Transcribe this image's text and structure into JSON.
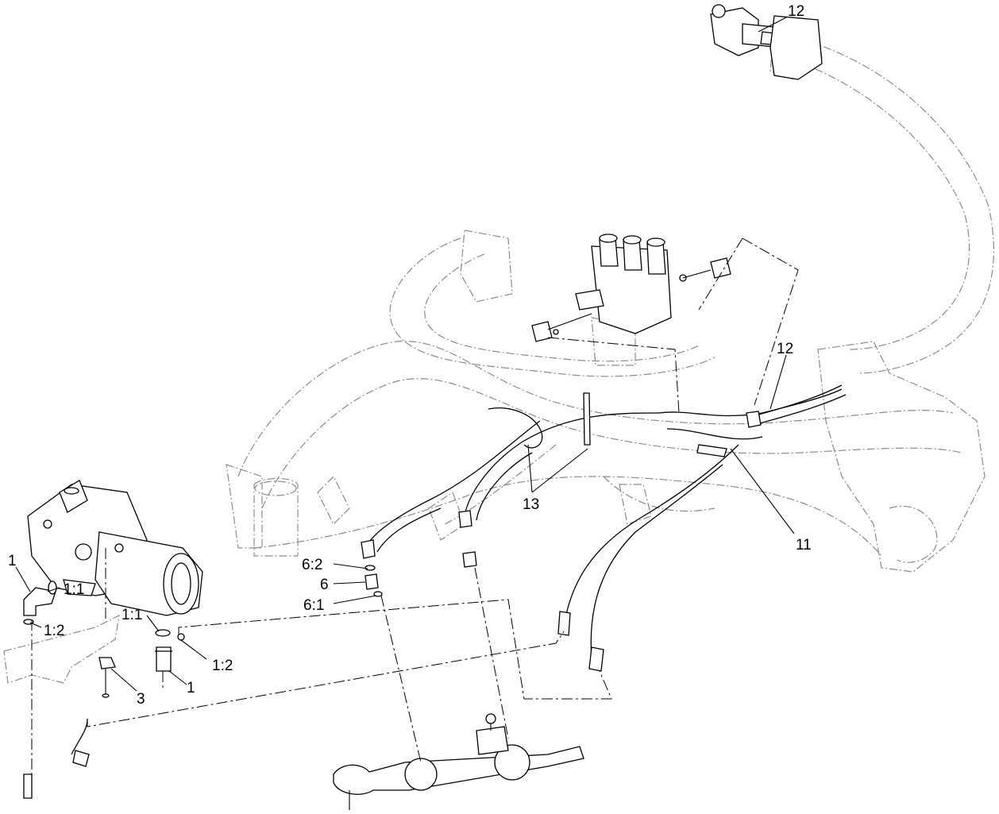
{
  "callouts": {
    "c12_top": "12",
    "c12_mid": "12",
    "c13": "13",
    "c11": "11",
    "c6_2": "6:2",
    "c6": "6",
    "c6_1": "6:1",
    "c1_left": "1",
    "c1_1_left": "1:1",
    "c1_2_left": "1:2",
    "c1_1_right": "1:1",
    "c1_2_right": "1:2",
    "c1_bottom": "1",
    "c3": "3"
  }
}
